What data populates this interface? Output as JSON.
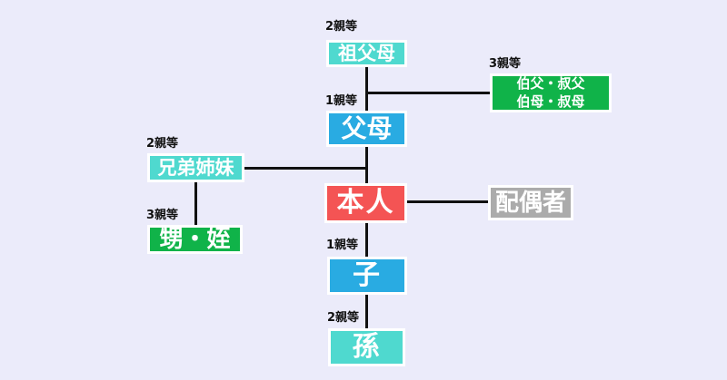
{
  "background_color": "#EBEBFA",
  "line_color": "#111111",
  "nodes": {
    "grandparents": {
      "label": "祖父母",
      "degree": "2親等",
      "color": "#4FD9CF"
    },
    "parents": {
      "label": "父母",
      "degree": "1親等",
      "color": "#29ABE2"
    },
    "uncles_aunts": {
      "label_line1": "伯父・叔父",
      "label_line2": "伯母・叔母",
      "degree": "3親等",
      "color": "#10B349"
    },
    "siblings": {
      "label": "兄弟姉妹",
      "degree": "2親等",
      "color": "#4FD9CF"
    },
    "nephews_nieces": {
      "label": "甥・姪",
      "degree": "3親等",
      "color": "#10B349"
    },
    "self": {
      "label": "本人",
      "color": "#F45454"
    },
    "spouse": {
      "label": "配偶者",
      "color": "#ABABAB"
    },
    "child": {
      "label": "子",
      "degree": "1親等",
      "color": "#29ABE2"
    },
    "grandchild": {
      "label": "孫",
      "degree": "2親等",
      "color": "#4FD9CF"
    }
  }
}
